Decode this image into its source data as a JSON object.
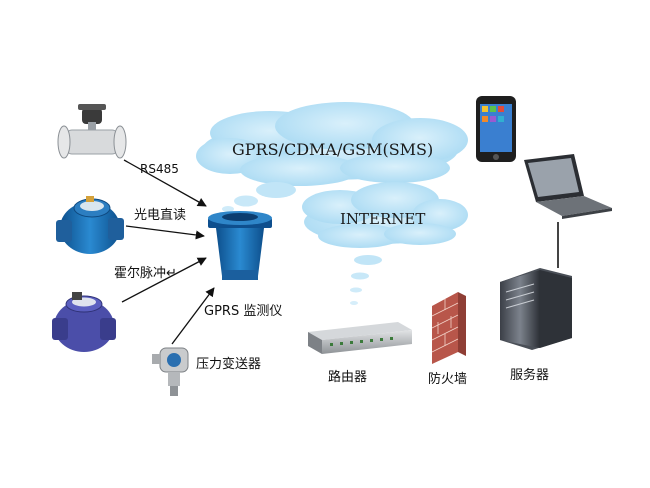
{
  "clouds": {
    "top": "GPRS/CDMA/GSM(SMS)",
    "mid": "INTERNET"
  },
  "labels": {
    "rs485": "RS485",
    "optical": "光电直读",
    "hall": "霍尔脉冲↵",
    "monitor": "GPRS 监测仪",
    "pressure": "压力变送器",
    "router": "路由器",
    "firewall": "防火墙",
    "server": "服务器"
  },
  "icons": {
    "turbine_meter": "turbine-flow-meter-icon",
    "blue_meter": "blue-water-meter-icon",
    "purple_meter": "purple-water-meter-icon",
    "pressure_sensor": "pressure-transmitter-icon",
    "monitor": "gprs-monitor-device-icon",
    "phone": "smartphone-icon",
    "laptop": "laptop-icon",
    "router": "router-icon",
    "firewall": "firewall-icon",
    "server": "server-icon"
  },
  "colors": {
    "cloud": "#b9e2f6",
    "cloud_edge": "#9fd2ee",
    "monitor_blue": "#1f6fb0",
    "meter_blue": "#2d6fb3",
    "meter_purple": "#4a4aa6",
    "brick": "#b8564a"
  }
}
